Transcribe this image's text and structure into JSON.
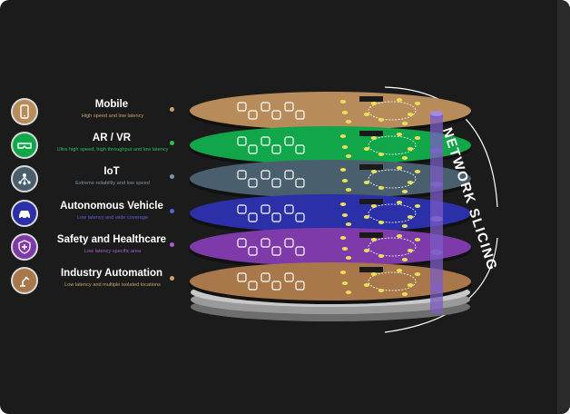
{
  "heading": "NETWORK SLICING",
  "slices": [
    {
      "title": "Mobile",
      "subtitle": "High speed and low latency",
      "color": "#b88c5a",
      "text_color": "#c9a26c",
      "icon": "smartphone-icon"
    },
    {
      "title": "AR / VR",
      "subtitle": "Ultra high speed, high throughput and low latency",
      "color": "#12a64a",
      "text_color": "#2bbf5c",
      "icon": "vr-headset-icon"
    },
    {
      "title": "IoT",
      "subtitle": "Extreme reliability and low speed",
      "color": "#4a5f6d",
      "text_color": "#7d95a6",
      "icon": "iot-network-icon"
    },
    {
      "title": "Autonomous Vehicle",
      "subtitle": "Low latency and wide coverage",
      "color": "#2b2fa8",
      "text_color": "#5a61d8",
      "icon": "car-icon"
    },
    {
      "title": "Safety and Healthcare",
      "subtitle": "Low latency specific area",
      "color": "#7e3aa8",
      "text_color": "#a55fd0",
      "icon": "shield-icon"
    },
    {
      "title": "Industry Automation",
      "subtitle": "Low latency and multiple isolated locations",
      "color": "#a9784a",
      "text_color": "#c9a26c",
      "icon": "robot-arm-icon"
    }
  ]
}
